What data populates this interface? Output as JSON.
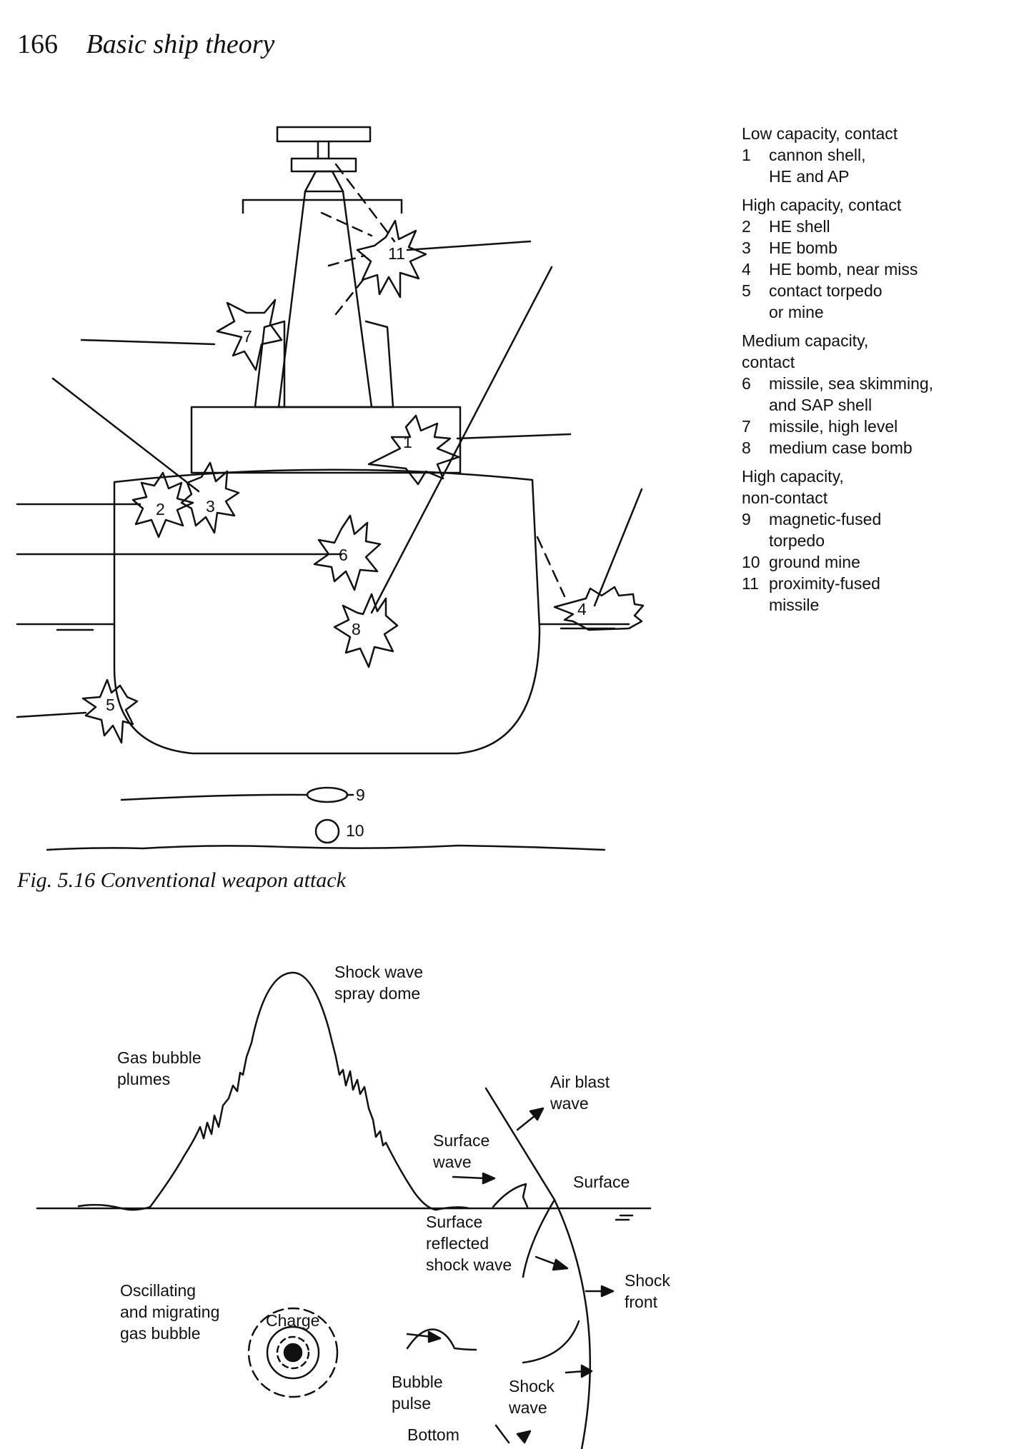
{
  "page": {
    "number": "166",
    "title": "Basic ship theory"
  },
  "figure1": {
    "caption": "Fig. 5.16  Conventional weapon attack",
    "markers": [
      "1",
      "2",
      "3",
      "4",
      "5",
      "6",
      "7",
      "8",
      "9",
      "10",
      "11"
    ],
    "legend": [
      {
        "heading": "Low capacity, contact",
        "items": [
          {
            "num": "1",
            "text": "cannon shell,\nHE and AP"
          }
        ]
      },
      {
        "heading": "High capacity, contact",
        "items": [
          {
            "num": "2",
            "text": "HE shell"
          },
          {
            "num": "3",
            "text": "HE bomb"
          },
          {
            "num": "4",
            "text": "HE bomb, near miss"
          },
          {
            "num": "5",
            "text": "contact torpedo\nor mine"
          }
        ]
      },
      {
        "heading": "Medium capacity,\ncontact",
        "items": [
          {
            "num": "6",
            "text": "missile, sea skimming,\nand SAP shell"
          },
          {
            "num": "7",
            "text": "missile, high level"
          },
          {
            "num": "8",
            "text": "medium case bomb"
          }
        ]
      },
      {
        "heading": "High capacity,\nnon-contact",
        "items": [
          {
            "num": "9",
            "text": "magnetic-fused\ntorpedo"
          },
          {
            "num": "10",
            "text": "ground mine"
          },
          {
            "num": "11",
            "text": "proximity-fused\nmissile"
          }
        ]
      }
    ]
  },
  "figure2": {
    "labels": {
      "spray_dome": "Shock wave\nspray dome",
      "plumes": "Gas bubble\nplumes",
      "air_blast": "Air blast\nwave",
      "surface_wave": "Surface\nwave",
      "surface": "Surface",
      "reflected": "Surface\nreflected\nshock wave",
      "shock_front": "Shock\nfront",
      "gas_bubble": "Oscillating\nand migrating\ngas bubble",
      "charge": "Charge",
      "bubble_pulse": "Bubble\npulse",
      "shock_wave": "Shock\nwave",
      "bottom": "Bottom"
    }
  }
}
